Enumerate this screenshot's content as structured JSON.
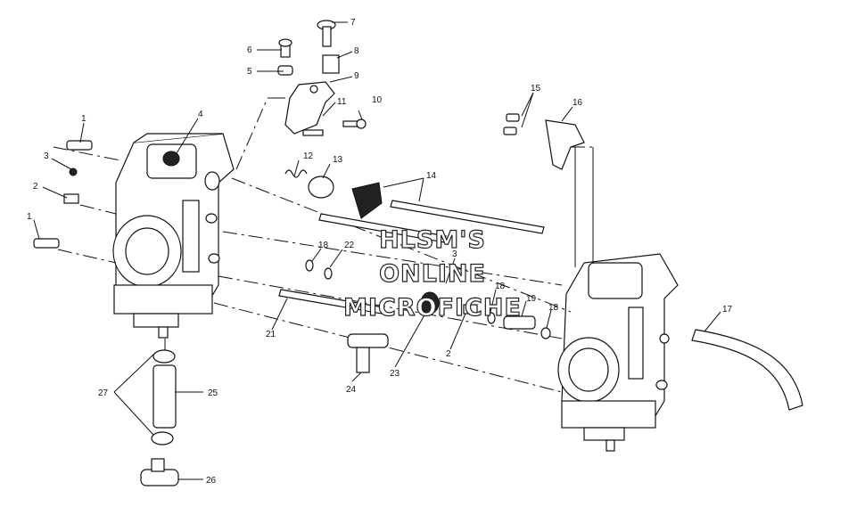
{
  "watermark": {
    "line1": "HLSM'S",
    "line2": "ONLINE",
    "line3": "MICROFICHE"
  },
  "callouts": [
    {
      "id": "c1a",
      "label": "1"
    },
    {
      "id": "c1b",
      "label": "1"
    },
    {
      "id": "c2a",
      "label": "2"
    },
    {
      "id": "c2b",
      "label": "2"
    },
    {
      "id": "c3a",
      "label": "3"
    },
    {
      "id": "c3b",
      "label": "3"
    },
    {
      "id": "c4",
      "label": "4"
    },
    {
      "id": "c5",
      "label": "5"
    },
    {
      "id": "c6",
      "label": "6"
    },
    {
      "id": "c7",
      "label": "7"
    },
    {
      "id": "c8",
      "label": "8"
    },
    {
      "id": "c9",
      "label": "9"
    },
    {
      "id": "c10",
      "label": "10"
    },
    {
      "id": "c11",
      "label": "11"
    },
    {
      "id": "c12",
      "label": "12"
    },
    {
      "id": "c13",
      "label": "13"
    },
    {
      "id": "c14",
      "label": "14"
    },
    {
      "id": "c15",
      "label": "15"
    },
    {
      "id": "c16",
      "label": "16"
    },
    {
      "id": "c17",
      "label": "17"
    },
    {
      "id": "c18a",
      "label": "18"
    },
    {
      "id": "c18b",
      "label": "18"
    },
    {
      "id": "c18c",
      "label": "18"
    },
    {
      "id": "c19",
      "label": "19"
    },
    {
      "id": "c21",
      "label": "21"
    },
    {
      "id": "c22",
      "label": "22"
    },
    {
      "id": "c23",
      "label": "23"
    },
    {
      "id": "c24",
      "label": "24"
    },
    {
      "id": "c25",
      "label": "25"
    },
    {
      "id": "c26",
      "label": "26"
    },
    {
      "id": "c27",
      "label": "27"
    }
  ]
}
